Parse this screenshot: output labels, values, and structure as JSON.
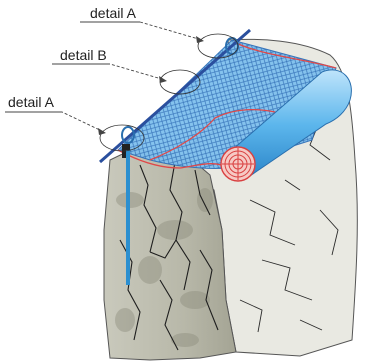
{
  "labels": {
    "detail_a_top": "detail A",
    "detail_b": "detail B",
    "detail_a_left": "detail A"
  },
  "colors": {
    "rope": "#2a5db0",
    "mesh": "#5aa8e0",
    "roll_end": "#e05050",
    "anchor_bar": "#2b8fd0",
    "rock_light": "#cfcfc4",
    "rock_shadow": "#9e9e8e",
    "crack": "#222222"
  }
}
